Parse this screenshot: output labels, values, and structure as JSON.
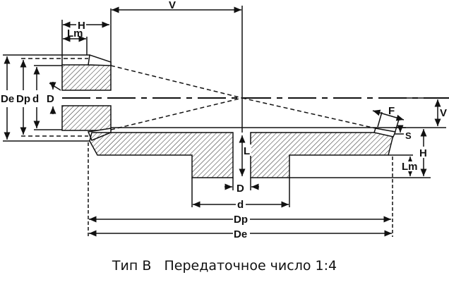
{
  "labels": {
    "V_top": "V",
    "H_top": "H",
    "Lm_top": "Lm",
    "De_left": "De",
    "Dp_left": "Dp",
    "d_left": "d",
    "D_left": "D",
    "F": "F",
    "S": "S",
    "V_right": "V",
    "H_right": "H",
    "Lm_right": "Lm",
    "L": "L",
    "D_bottom": "D",
    "d_bottom": "d",
    "Dp_bottom": "Dp",
    "De_bottom": "De"
  },
  "caption": "Тип B   Передаточное число 1:4"
}
